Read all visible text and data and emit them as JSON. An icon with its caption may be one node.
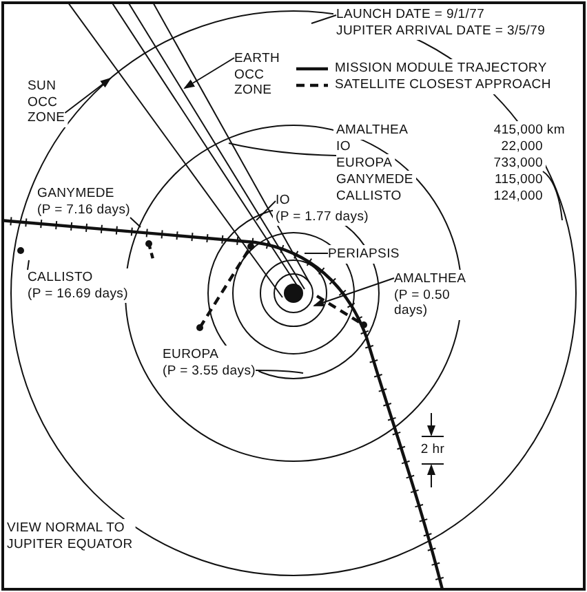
{
  "diagram": {
    "nodes": [
      {
        "text": [
          "LAUNCH DATE = 9/1/77 JUPITER ARRIVAL DATE = 3/5/79"
        ]
      },
      {
        "text": [
          "EARTH OCC ZONE"
        ]
      },
      {
        "text": [
          "SUN OCC ZONE"
        ]
      },
      {
        "text": [
          "EUROPA"
        ]
      },
      {
        "text": [
          "733,000"
        ]
      },
      {
        "text": [
          "GANYMEDE (P = 7.16 days)"
        ]
      },
      {
        "text": [
          "IO (P = 1.77 days)"
        ]
      },
      {
        "text": [
          "CALLISTO (P = 16.69 days)"
        ]
      },
      {
        "text": [
          "PERIAPSIS"
        ]
      },
      {
        "text": [
          "AMALTHEA (P = 0.50 days)"
        ]
      },
      {
        "text": [
          "EUROPA (P = 3.55 days)"
        ]
      }
    ],
    "edges": [
      {
        "from": 0,
        "to": null,
        "arrow": "none"
      },
      {
        "from": 1,
        "to": null,
        "arrow": "to"
      },
      {
        "from": 2,
        "to": null,
        "arrow": "to"
      },
      {
        "from": 3,
        "to": null,
        "arrow": "none"
      },
      {
        "from": 4,
        "to": null,
        "arrow": "none"
      },
      {
        "from": 5,
        "to": null,
        "arrow": "none"
      },
      {
        "from": 6,
        "to": null,
        "arrow": "none"
      },
      {
        "from": 7,
        "to": null,
        "arrow": "none"
      },
      {
        "from": 8,
        "to": null,
        "arrow": "none"
      },
      {
        "from": 9,
        "to": null,
        "arrow": "to"
      },
      {
        "from": 10,
        "to": null,
        "arrow": "none"
      }
    ],
    "labels": [
      "AMALTHEA",
      "415,000 km",
      "IO",
      "22,000",
      "GANYMEDE",
      "115,000",
      "CALLISTO",
      "124,000",
      "2 hr",
      "VIEW NORMAL TO JUPITER EQUATOR"
    ],
    "legend": [
      {
        "text": "MISSION MODULE TRAJECTORY"
      },
      {
        "text": "SATELLITE CLOSEST APPROACH"
      }
    ]
  }
}
